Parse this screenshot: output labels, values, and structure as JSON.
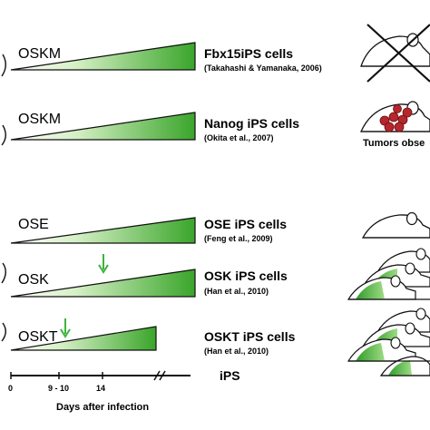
{
  "rows": [
    {
      "factor_label": "OSKM",
      "cell_label": "Fbx15iPS cells",
      "citation": "(Takahashi & Yamanaka, 2006)",
      "arrow_day": null,
      "mouse": "crossed-out"
    },
    {
      "factor_label": "OSKM",
      "cell_label": "Nanog iPS cells",
      "citation": "(Okita et al., 2007)",
      "arrow_day": null,
      "mouse": "tumors",
      "mouse_caption": "Tumors obse"
    },
    {
      "factor_label": "OSE",
      "cell_label": "OSE iPS cells",
      "citation": "(Feng et al., 2009)",
      "arrow_day": null,
      "mouse": "white"
    },
    {
      "factor_label": "OSK",
      "cell_label": "OSK iPS cells",
      "citation": "(Han et al., 2010)",
      "arrow_day": 14,
      "mouse": "chimeras"
    },
    {
      "factor_label": "OSKT",
      "cell_label": "OSKT iPS cells",
      "citation": "(Han et al., 2010)",
      "arrow_day": "9 - 10",
      "mouse": "chimeras"
    }
  ],
  "timeline": {
    "end_label": "iPS",
    "ticks": [
      "0",
      "9 - 10",
      "14"
    ],
    "axis_label": "Days after infection"
  },
  "colors": {
    "green_dark": "#3aa52a",
    "green_light": "#e8f7de",
    "arrow_green": "#3db33a",
    "tumor_red": "#b5272d",
    "ink": "#111111"
  }
}
